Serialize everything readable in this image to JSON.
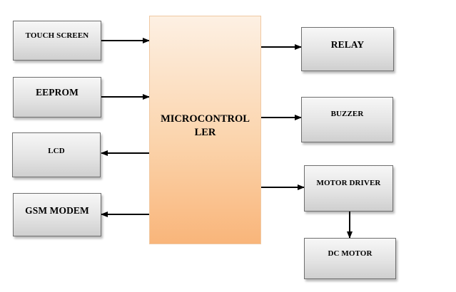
{
  "diagram": {
    "microcontroller": "MICROCONTROL\nLER",
    "inputs": {
      "touch_screen": "TOUCH SCREEN",
      "eeprom": "EEPROM"
    },
    "left_outputs": {
      "lcd": "LCD",
      "gsm_modem": "GSM MODEM"
    },
    "right_outputs": {
      "relay": "RELAY",
      "buzzer": "BUZZER",
      "motor_driver": "MOTOR DRIVER",
      "dc_motor": "DC MOTOR"
    }
  },
  "colors": {
    "block_border": "#6f6f6f",
    "block_fill_top": "#f7f7f7",
    "block_fill_bottom": "#cfcfcf",
    "mcu_fill_top": "#fdf0e3",
    "mcu_fill_bottom": "#f9b57a",
    "arrow": "#000000"
  }
}
